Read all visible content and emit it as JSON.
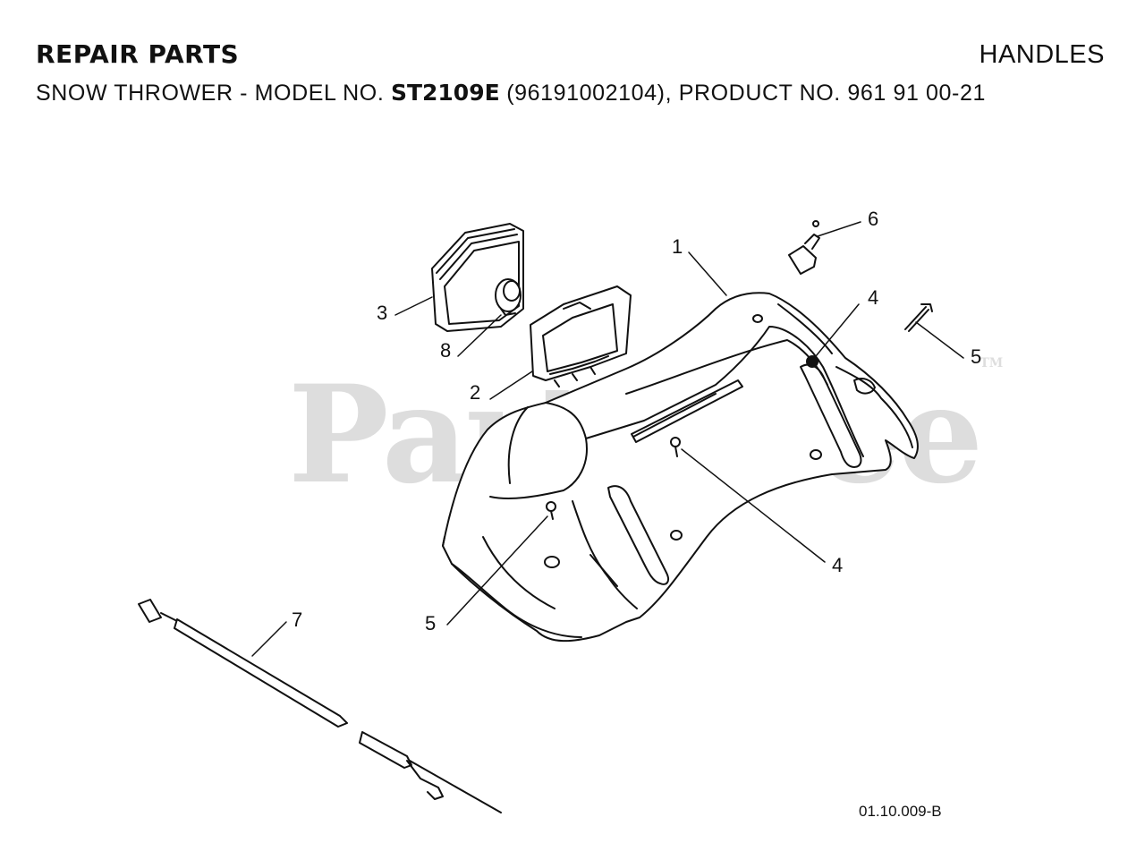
{
  "header": {
    "title": "REPAIR PARTS",
    "section": "HANDLES",
    "subtitle_prefix": "SNOW THROWER - MODEL NO.",
    "model": "ST2109E",
    "subtitle_suffix": "(96191002104), PRODUCT NO. 961 91 00-21"
  },
  "watermark": {
    "text": "PartsTree",
    "tm": "TM"
  },
  "callouts": [
    {
      "id": "c1",
      "label": "1"
    },
    {
      "id": "c2",
      "label": "2"
    },
    {
      "id": "c3",
      "label": "3"
    },
    {
      "id": "c4a",
      "label": "4"
    },
    {
      "id": "c4b",
      "label": "4"
    },
    {
      "id": "c5a",
      "label": "5"
    },
    {
      "id": "c5b",
      "label": "5"
    },
    {
      "id": "c6",
      "label": "6"
    },
    {
      "id": "c7",
      "label": "7"
    },
    {
      "id": "c8",
      "label": "8"
    }
  ],
  "parts": {
    "1": "handle-panel-icon",
    "2": "headlight-bezel-icon",
    "3": "headlight-icon",
    "4": "screw-icon",
    "5": "bolt-icon",
    "6": "switch-icon",
    "7": "wire-harness-icon",
    "8": "bulb-socket-icon"
  },
  "footer": {
    "reference": "01.10.009-B"
  }
}
